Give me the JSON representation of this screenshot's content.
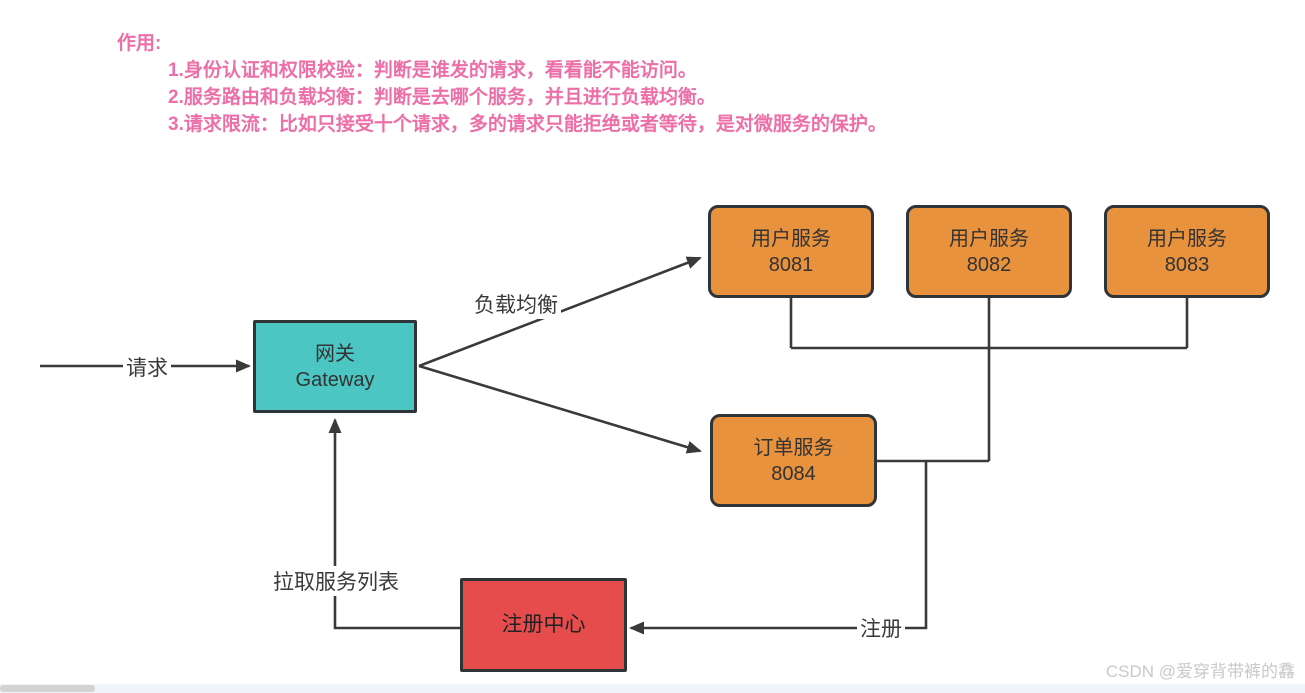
{
  "notes": {
    "title": "作用:",
    "points": [
      "1.身份认证和权限校验：判断是谁发的请求，看看能不能访问。",
      "2.服务路由和负载均衡：判断是去哪个服务，并且进行负载均衡。",
      "3.请求限流：比如只接受十个请求，多的请求只能拒绝或者等待，是对微服务的保护。"
    ]
  },
  "nodes": {
    "gateway": {
      "title": "网关",
      "subtitle": "Gateway"
    },
    "user_services": [
      {
        "title": "用户服务",
        "port": "8081"
      },
      {
        "title": "用户服务",
        "port": "8082"
      },
      {
        "title": "用户服务",
        "port": "8083"
      }
    ],
    "order_service": {
      "title": "订单服务",
      "port": "8084"
    },
    "registry": {
      "title": "注册中心"
    }
  },
  "edge_labels": {
    "request": "请求",
    "load_balance": "负载均衡",
    "pull_services": "拉取服务列表",
    "register": "注册"
  },
  "watermark": "CSDN @爱穿背带裤的馫",
  "colors": {
    "note_text": "#ed6fa8",
    "service_fill": "#e8923e",
    "gateway_fill": "#4bc6c3",
    "registry_fill": "#e64c4c",
    "node_border": "#2f3438",
    "line": "#3a3a3a",
    "watermark": "#c9c9c9"
  }
}
